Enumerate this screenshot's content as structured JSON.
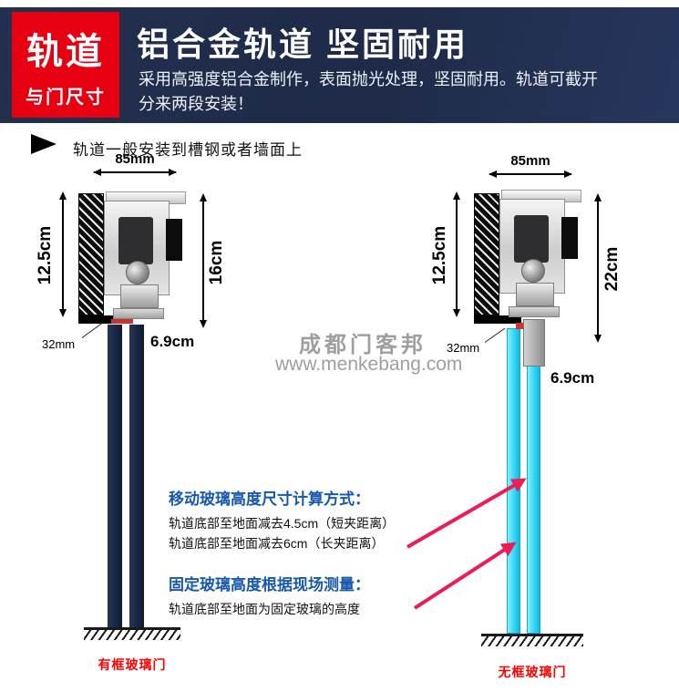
{
  "colors": {
    "header_bg": "#22304f",
    "badge_red": "#e60012",
    "caption_red": "#ff0000",
    "glass_cyan": "#3fdcf8",
    "door_navy": "#1a2944",
    "arrow_pink": "#ec1c56",
    "heading_blue": "#1758ad"
  },
  "header": {
    "badge_title": "轨道",
    "badge_subtitle": "与门尺寸",
    "title": "铝合金轨道 坚固耐用",
    "subtitle": "采用高强度铝合金制作，表面抛光处理，坚固耐用。轨道可截开\n分来两段安装！"
  },
  "note": "轨道一般安装到槽钢或者墙面上",
  "watermark": {
    "name": "成都门客邦",
    "url": "www.menkebang.com"
  },
  "diagrams": {
    "left": {
      "top_dim": "85mm",
      "left_dim": "12.5cm",
      "right_dim": "16cm",
      "offset_dim": "32mm",
      "bottom_dim": "6.9cm",
      "caption": "有框玻璃门"
    },
    "right": {
      "top_dim": "85mm",
      "left_dim": "12.5cm",
      "right_dim": "22cm",
      "offset_dim": "32mm",
      "bottom_dim": "6.9cm",
      "caption": "无框玻璃门"
    }
  },
  "instructions": {
    "heading_moving": "移动玻璃高度尺寸计算方式：",
    "moving_line1": "轨道底部至地面减去4.5cm（短夹距离）",
    "moving_line2": "轨道底部至地面减去6cm（长夹距离）",
    "heading_fixed": "固定玻璃高度根据现场测量：",
    "fixed_line1": "轨道底部至地面为固定玻璃的高度"
  }
}
